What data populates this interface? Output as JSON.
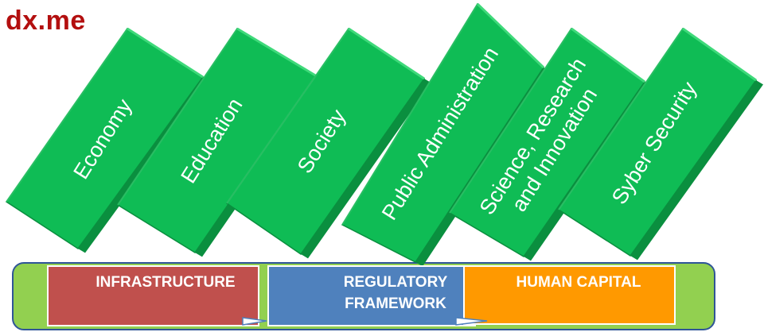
{
  "brand": {
    "logo_text": "dx.me",
    "logo_color": "#b30f0f"
  },
  "pillars": [
    {
      "lines": [
        "Economy"
      ]
    },
    {
      "lines": [
        "Education"
      ]
    },
    {
      "lines": [
        "Society"
      ]
    },
    {
      "lines": [
        "Public Administration"
      ]
    },
    {
      "lines": [
        "Science, Research",
        "and Innovation"
      ]
    },
    {
      "lines": [
        "Syber Security"
      ]
    }
  ],
  "foundations": [
    {
      "lines": [
        "INFRASTRUCTURE"
      ],
      "color": "#c0504d"
    },
    {
      "lines": [
        "REGULATORY",
        "FRAMEWORK"
      ],
      "color": "#4f81bd"
    },
    {
      "lines": [
        "HUMAN CAPITAL"
      ],
      "color": "#ff9900"
    }
  ],
  "colors": {
    "pillar_green": "#0fbc55",
    "pillar_side": "#0a8f3f",
    "pillar_top": "#3fd97a",
    "base_green": "#92d050",
    "base_border": "#2f5597"
  }
}
